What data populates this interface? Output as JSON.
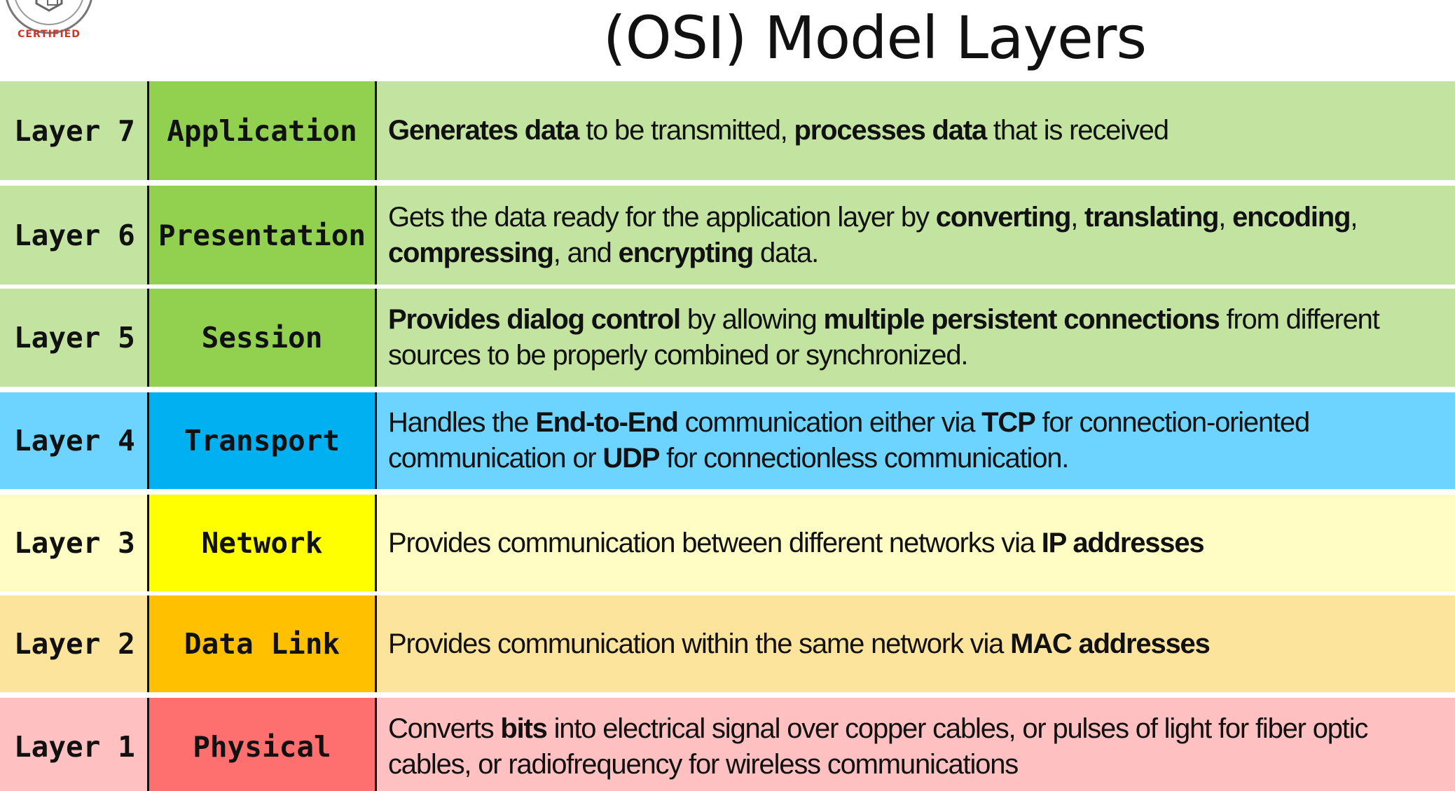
{
  "title": "(OSI) Model Layers",
  "logo": {
    "text": "CERTIFIED",
    "icon": "certified-seal-icon"
  },
  "colors": {
    "upper_light": "#c3e3a0",
    "upper_dark": "#92d050",
    "transport_light": "#6dd4ff",
    "transport_dark": "#00b0f0",
    "network_light": "#fffdc4",
    "network_dark": "#ffff00",
    "datalink_light": "#fde49c",
    "datalink_dark": "#ffc000",
    "physical_light": "#fec0c0",
    "physical_dark": "#fe6f6f"
  },
  "layers": [
    {
      "layer": "Layer 7",
      "name": "Application",
      "description": [
        {
          "text": "Generates data",
          "bold": true
        },
        {
          "text": " to be transmitted, ",
          "bold": false
        },
        {
          "text": "processes data",
          "bold": true
        },
        {
          "text": " that is received",
          "bold": false
        }
      ]
    },
    {
      "layer": "Layer 6",
      "name": "Presentation",
      "description": [
        {
          "text": "Gets the data ready for the application layer by ",
          "bold": false
        },
        {
          "text": "converting",
          "bold": true
        },
        {
          "text": ", ",
          "bold": false
        },
        {
          "text": "translating",
          "bold": true
        },
        {
          "text": ", ",
          "bold": false
        },
        {
          "text": "encoding",
          "bold": true
        },
        {
          "text": ", ",
          "bold": false
        },
        {
          "text": "compressing",
          "bold": true
        },
        {
          "text": ", and ",
          "bold": false
        },
        {
          "text": "encrypting",
          "bold": true
        },
        {
          "text": " data.",
          "bold": false
        }
      ]
    },
    {
      "layer": "Layer 5",
      "name": "Session",
      "description": [
        {
          "text": "Provides dialog control",
          "bold": true
        },
        {
          "text": " by allowing ",
          "bold": false
        },
        {
          "text": "multiple persistent connections",
          "bold": true
        },
        {
          "text": " from different sources to be properly combined or synchronized.",
          "bold": false
        }
      ]
    },
    {
      "layer": "Layer 4",
      "name": "Transport",
      "description": [
        {
          "text": "Handles the ",
          "bold": false
        },
        {
          "text": "End-to-End",
          "bold": true
        },
        {
          "text": " communication either via ",
          "bold": false
        },
        {
          "text": "TCP",
          "bold": true
        },
        {
          "text": " for connection-oriented communication or ",
          "bold": false
        },
        {
          "text": "UDP",
          "bold": true
        },
        {
          "text": " for connectionless communication.",
          "bold": false
        }
      ]
    },
    {
      "layer": "Layer 3",
      "name": "Network",
      "description": [
        {
          "text": "Provides communication between different networks via ",
          "bold": false
        },
        {
          "text": "IP addresses",
          "bold": true
        }
      ]
    },
    {
      "layer": "Layer 2",
      "name": "Data Link",
      "description": [
        {
          "text": "Provides communication within the same network via ",
          "bold": false
        },
        {
          "text": "MAC addresses",
          "bold": true
        }
      ]
    },
    {
      "layer": "Layer 1",
      "name": "Physical",
      "description": [
        {
          "text": "Converts ",
          "bold": false
        },
        {
          "text": "bits",
          "bold": true
        },
        {
          "text": " into electrical signal over copper cables, or pulses of light for fiber optic cables, or radiofrequency for wireless communications",
          "bold": false
        }
      ]
    }
  ]
}
